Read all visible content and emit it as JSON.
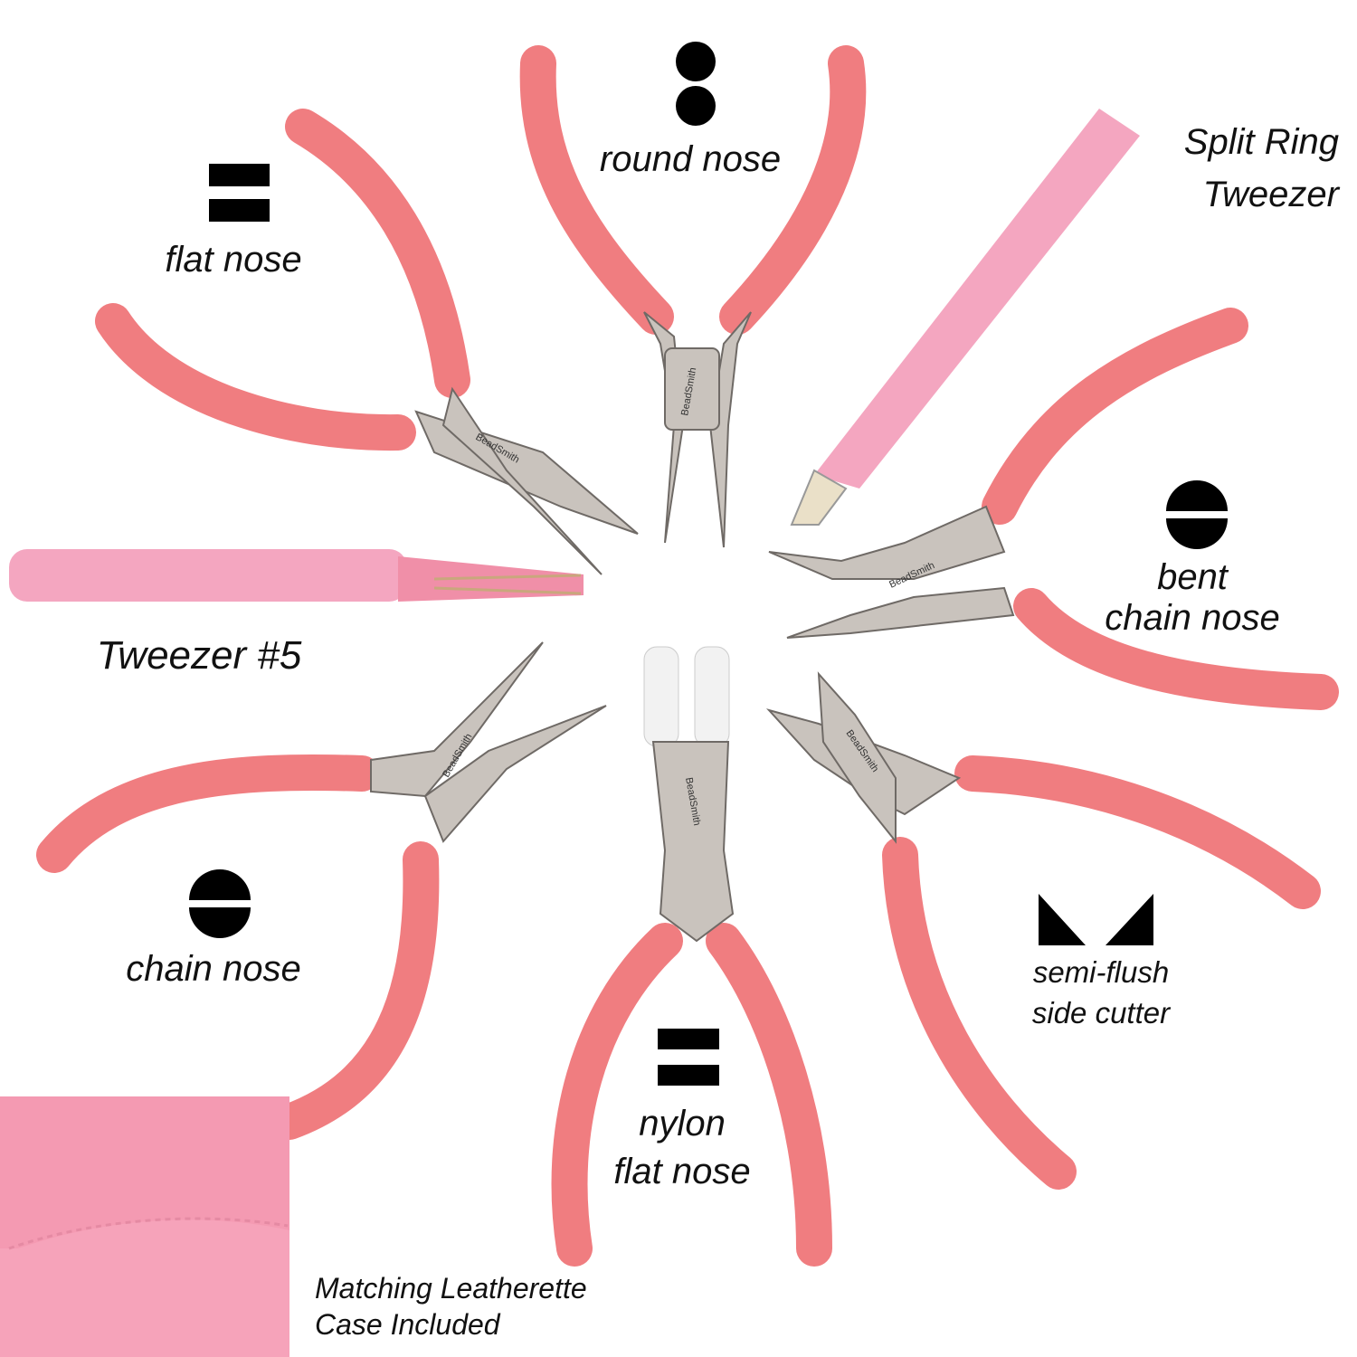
{
  "brand": "BeadSmith",
  "colors": {
    "handle": "#f07d80",
    "tweezer": "#f4a6c0",
    "case": "#f6a3ba",
    "steel": "#c9c3bd",
    "nylon_jaw": "#f2f2f2"
  },
  "tools": [
    {
      "id": "round-nose",
      "label": "round nose",
      "icon": "two-circles-icon"
    },
    {
      "id": "flat-nose",
      "label": "flat nose",
      "icon": "two-bars-icon"
    },
    {
      "id": "split-ring-tweezer",
      "label_lines": [
        "Split Ring",
        "Tweezer"
      ]
    },
    {
      "id": "bent-chain-nose",
      "label_lines": [
        "bent",
        "chain nose"
      ],
      "icon": "split-circle-icon"
    },
    {
      "id": "tweezer-5",
      "label": "Tweezer #5"
    },
    {
      "id": "chain-nose",
      "label": "chain nose",
      "icon": "split-circle-icon"
    },
    {
      "id": "semi-flush-side-cutter",
      "label_lines": [
        "semi-flush",
        "side cutter"
      ],
      "icon": "two-triangles-icon"
    },
    {
      "id": "nylon-flat-nose",
      "label_lines": [
        "nylon",
        "flat nose"
      ],
      "icon": "two-bars-icon"
    }
  ],
  "case": {
    "label_lines": [
      "Matching Leatherette",
      "Case Included"
    ]
  }
}
